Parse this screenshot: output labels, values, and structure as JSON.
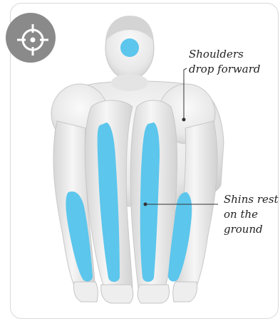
{
  "badge": {
    "icon": "crosshair-target-icon",
    "color": "#8a8a8a"
  },
  "figure": {
    "icon": "seated-forward-fold-pose",
    "body_color": "#ececec",
    "highlight_color": "#5cc6ec"
  },
  "annotations": {
    "shoulders": {
      "line1": "Shoulders",
      "line2": "drop forward"
    },
    "shins": {
      "line1": "Shins rest",
      "line2": "on the",
      "line3": "ground"
    }
  }
}
